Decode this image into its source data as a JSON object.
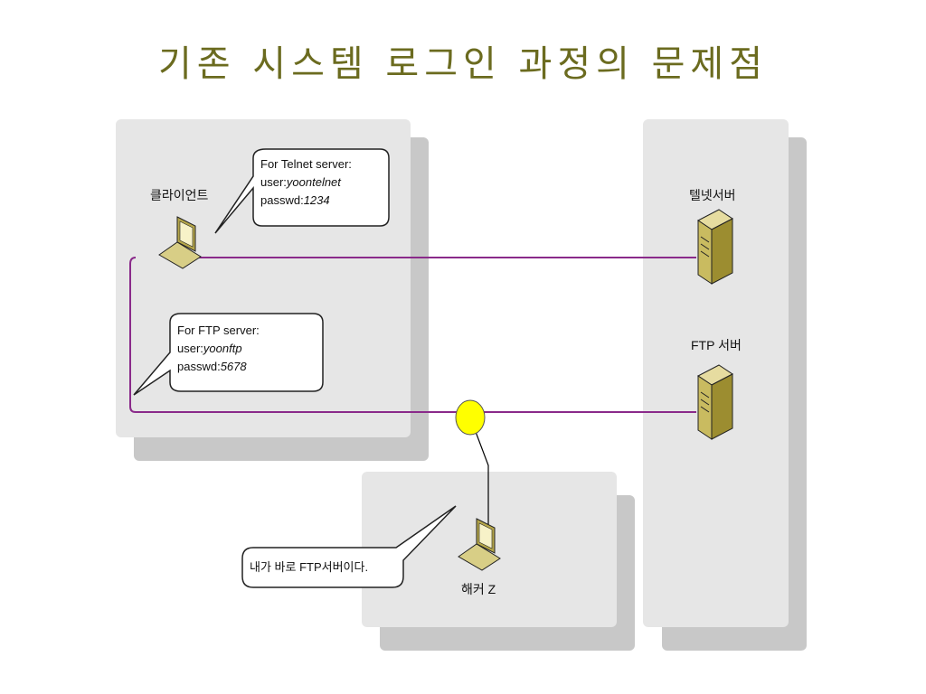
{
  "title": "기존 시스템 로그인 과정의 문제점",
  "client": {
    "label": "클라이언트",
    "telnet_bubble": {
      "line1": "For Telnet server:",
      "user_key": "user:",
      "user_val": "yoontelnet",
      "pass_key": "passwd:",
      "pass_val": "1234"
    },
    "ftp_bubble": {
      "line1": "For FTP server:",
      "user_key": "user:",
      "user_val": "yoonftp",
      "pass_key": "passwd:",
      "pass_val": "5678"
    }
  },
  "servers": {
    "telnet_label": "텔넷서버",
    "ftp_label": "FTP 서버"
  },
  "hacker": {
    "label": "해커 Z",
    "bubble": "내가 바로 FTP서버이다."
  },
  "colors": {
    "line": "#8a2a8a",
    "tap": "#ffff00",
    "device": "#b5a64a"
  }
}
